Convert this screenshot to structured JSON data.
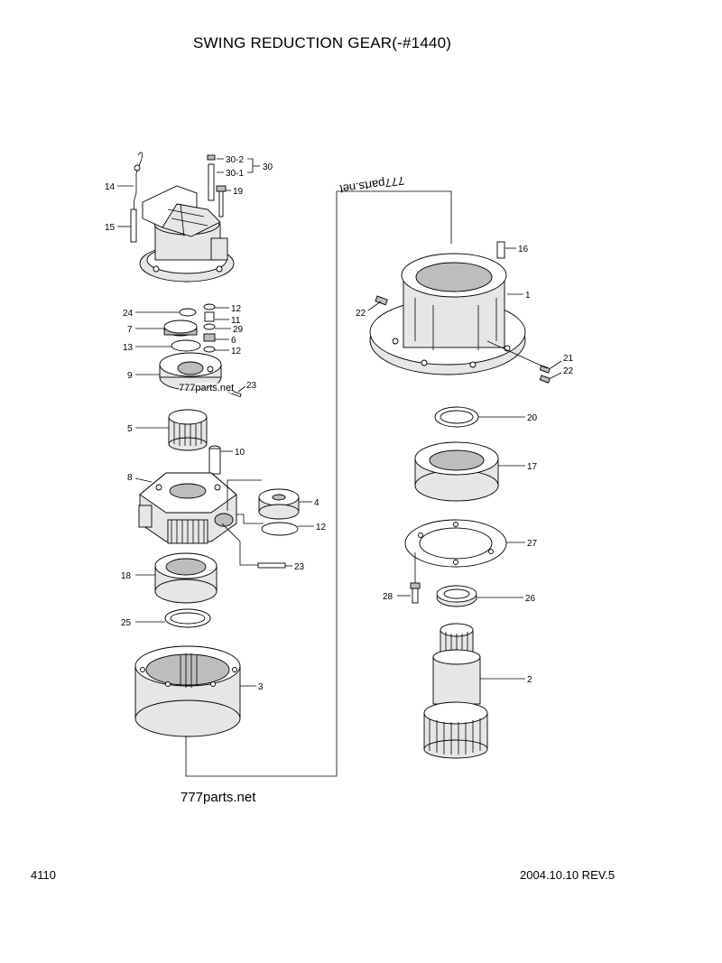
{
  "header": {
    "title": "SWING REDUCTION GEAR(-#1440)"
  },
  "footer": {
    "page_number": "4110",
    "date_revision": "2004.10.10  REV.5"
  },
  "watermarks": {
    "bottom": "777parts.net",
    "top": "777parts.net",
    "middle": "777parts.net"
  },
  "callouts": {
    "p30_2": "30-2",
    "p30_1": "30-1",
    "p30": "30",
    "p14": "14",
    "p19": "19",
    "p15": "15",
    "p16": "16",
    "p1": "1",
    "p22a": "22",
    "p21": "21",
    "p22b": "22",
    "p24": "24",
    "p12a": "12",
    "p11": "11",
    "p7": "7",
    "p29": "29",
    "p6": "6",
    "p13": "13",
    "p12b": "12",
    "p9": "9",
    "p23a": "23",
    "p20": "20",
    "p5": "5",
    "p10": "10",
    "p17": "17",
    "p8": "8",
    "p4": "4",
    "p12c": "12",
    "p27": "27",
    "p23b": "23",
    "p18": "18",
    "p28": "28",
    "p26": "26",
    "p25": "25",
    "p2": "2",
    "p3": "3"
  }
}
